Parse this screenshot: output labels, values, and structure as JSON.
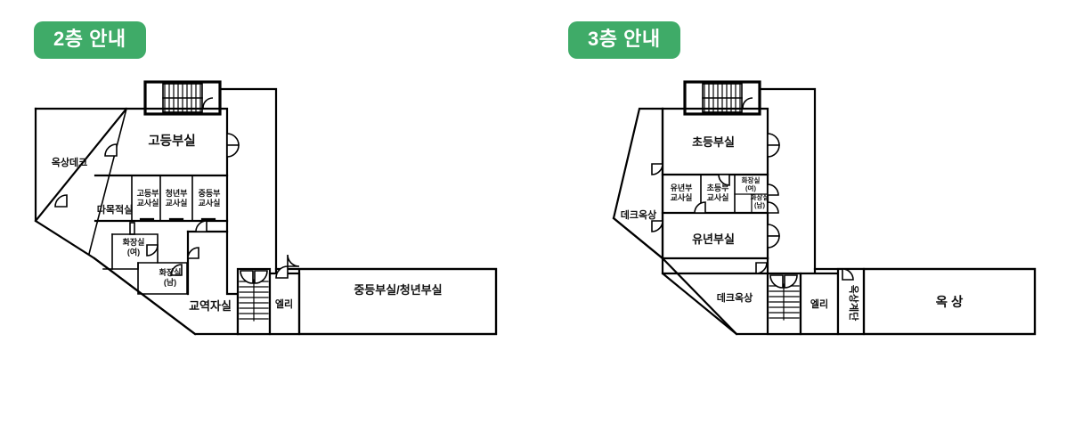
{
  "page": {
    "background": "#ffffff",
    "accent_color": "#3fab68",
    "badge_text_color": "#ffffff"
  },
  "floors": [
    {
      "id": "floor-2",
      "badge": "2층 안내",
      "rooms": [
        {
          "key": "rooftop_deck",
          "label": "옥상데크",
          "size": "md"
        },
        {
          "key": "high_dept_room",
          "label": "고등부실",
          "size": "xl"
        },
        {
          "key": "multipurpose",
          "label": "다목적실",
          "size": "md"
        },
        {
          "key": "high_teacher",
          "label_1": "고등부",
          "label_2": "교사실",
          "size": "sm"
        },
        {
          "key": "youth_teacher",
          "label_1": "청년부",
          "label_2": "교사실",
          "size": "sm"
        },
        {
          "key": "middle_teacher",
          "label_1": "중등부",
          "label_2": "교사실",
          "size": "sm"
        },
        {
          "key": "restroom_women",
          "label_1": "화장실",
          "label_2": "(여)",
          "size": "sm"
        },
        {
          "key": "restroom_men",
          "label_1": "화장실",
          "label_2": "(남)",
          "size": "sm"
        },
        {
          "key": "pastor_room",
          "label": "교역자실",
          "size": "lg"
        },
        {
          "key": "elevator",
          "label": "엘리",
          "size": "md"
        },
        {
          "key": "middle_youth_room",
          "label": "중등부실/청년부실",
          "size": "lg"
        }
      ]
    },
    {
      "id": "floor-3",
      "badge": "3층 안내",
      "rooms": [
        {
          "key": "elem_dept_room",
          "label": "초등부실",
          "size": "lg"
        },
        {
          "key": "kinder_dept_room",
          "label": "유년부실",
          "size": "lg"
        },
        {
          "key": "deck_rooftop_left",
          "label": "데크옥상",
          "size": "md"
        },
        {
          "key": "deck_rooftop_low",
          "label": "데크옥상",
          "size": "md"
        },
        {
          "key": "kinder_teacher",
          "label_1": "유년부",
          "label_2": "교사실",
          "size": "sm"
        },
        {
          "key": "elem_teacher",
          "label_1": "초등부",
          "label_2": "교사실",
          "size": "sm"
        },
        {
          "key": "restroom_women",
          "label_1": "화장실",
          "label_2": "(여)",
          "size": "xs"
        },
        {
          "key": "restroom_men",
          "label_1": "화장실",
          "label_2": "(남)",
          "size": "xs"
        },
        {
          "key": "elevator",
          "label": "엘리",
          "size": "md"
        },
        {
          "key": "rooftop_stairs",
          "label": "옥상계단",
          "size": "md",
          "orientation": "vertical"
        },
        {
          "key": "rooftop",
          "label": "옥 상",
          "size": "xl"
        }
      ]
    }
  ]
}
